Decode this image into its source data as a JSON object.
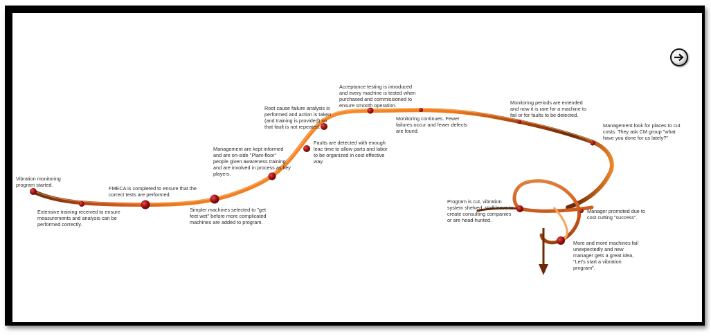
{
  "colors": {
    "frame": "#000000",
    "dot": "#a01010",
    "dot_highlight": "#e05050",
    "curve_dark": "#6b2a06",
    "curve_orange": "#f07a1c",
    "curve_light": "#f6a25a",
    "text": "#2a2a2a"
  },
  "navigation": {
    "next_icon": "arrow-right-circle"
  },
  "milestones": [
    {
      "id": "m1",
      "text": "Vibration monitoring program started."
    },
    {
      "id": "m2",
      "text": "Extensive training received to ensure measurements and analysis can be performed correctly."
    },
    {
      "id": "m3",
      "text": "FMECA is completed to ensure that the correct tests are performed."
    },
    {
      "id": "m4",
      "text": "Simpler machines selected to \"get feet wet\" before more complicated machines are added to program."
    },
    {
      "id": "m5",
      "text": "Management are kept informed and are on-side \"Plant-floor\" people given awareness training and are involved in process as key players."
    },
    {
      "id": "m6",
      "text": "Faults are detected with enough leac time to allow parts and labor to be organized in cost effective way."
    },
    {
      "id": "m7",
      "text": "Root cause failure analysis is performed and action is taken (and training is provided) so that fault is not repeated."
    },
    {
      "id": "m8",
      "text": "Acceptance testing is introduced and every machine is tested when purchased and commissioned to ensure smooth operation."
    },
    {
      "id": "m9",
      "text": "Monitoring continues. Fewer failures occur and fewer defects are found."
    },
    {
      "id": "m10",
      "text": "Monitoring periods are extended and now it is rare for a machine to fail or for faults to be detected."
    },
    {
      "id": "m11",
      "text": "Management look for places to cut costs. They ask CM group \"what have you done for us lately?\""
    },
    {
      "id": "m12",
      "text": "Manager promoted due to cost cutting \"success\"."
    },
    {
      "id": "m13",
      "text": "Program is cut, vibration system shelved, staff leave to create consulting companies or are head-hunted."
    },
    {
      "id": "m14",
      "text": "More and more machines fail unexpectedly and new manager gets a great idea, \"Let's start a vibration program\"."
    }
  ]
}
